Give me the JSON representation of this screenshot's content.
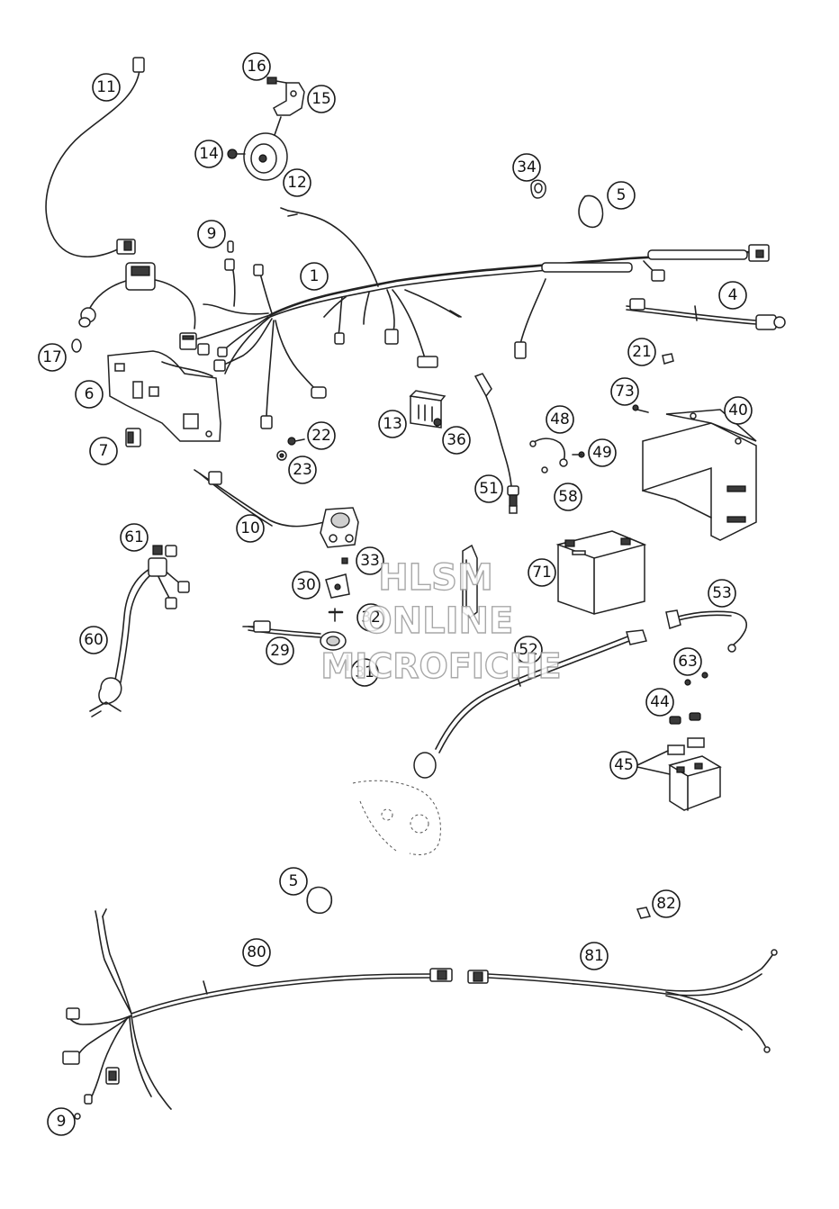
{
  "diagram": {
    "callouts": [
      "11",
      "16",
      "15",
      "14",
      "12",
      "34",
      "5",
      "9",
      "1",
      "4",
      "17",
      "21",
      "6",
      "73",
      "40",
      "13",
      "36",
      "22",
      "48",
      "49",
      "7",
      "23",
      "51",
      "58",
      "10",
      "61",
      "33",
      "71",
      "30",
      "53",
      "32",
      "60",
      "29",
      "52",
      "31",
      "63",
      "44",
      "45",
      "5",
      "82",
      "80",
      "81",
      "9"
    ]
  },
  "watermark": {
    "line1": "HLSM",
    "line2": "ONLINE",
    "line3": "MICROFICHE"
  }
}
